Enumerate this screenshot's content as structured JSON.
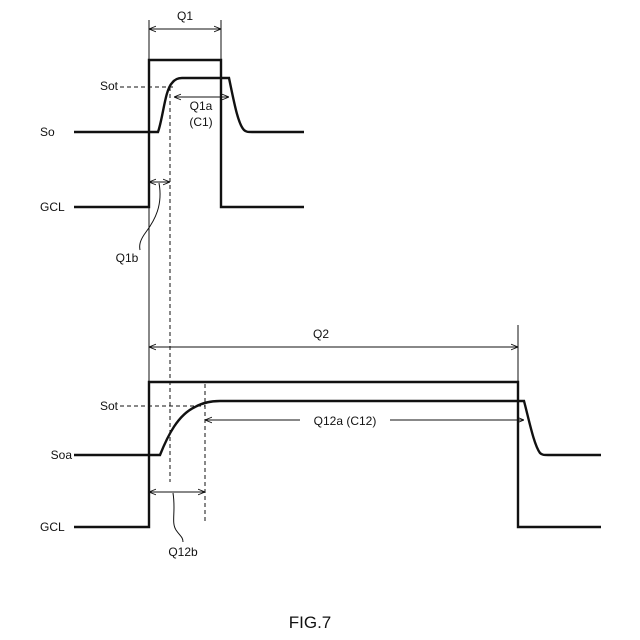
{
  "figure_label": "FIG.7",
  "top": {
    "interval_label": "Q1",
    "sot_label": "Sot",
    "signal_label": "So",
    "gate_label": "GCL",
    "charge_label": "Q1a",
    "charge_sub_label": "(C1)",
    "delay_label": "Q1b"
  },
  "bottom": {
    "interval_label": "Q2",
    "sot_label": "Sot",
    "signal_label": "Soa",
    "gate_label": "GCL",
    "charge_label": "Q12a (C12)",
    "delay_label": "Q12b"
  }
}
